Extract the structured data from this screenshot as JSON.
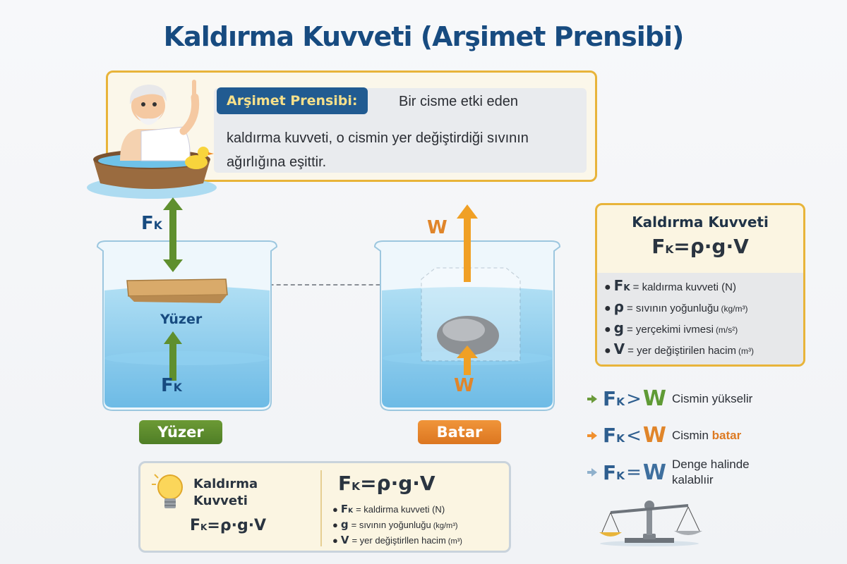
{
  "title": "Kaldırma Kuvveti (Arşimet Prensibi)",
  "principle": {
    "label": "Arşimet Prensibi:",
    "text_line1": "Bir cisme etki eden",
    "text_rest": "kaldırma kuvveti, o cismin yer değiştirdiği sıvının ağırlığına eşittir."
  },
  "beakers": {
    "floating": {
      "force_top": "F",
      "force_top_sub": "K",
      "inner_label": "Yüzer",
      "force_bottom": "F",
      "force_bottom_sub": "K",
      "badge": "Yüzer",
      "arrow_color": "#5f8f2e"
    },
    "sinking": {
      "force_top": "W",
      "force_bottom": "W",
      "badge": "Batar",
      "arrow_color": "#f0a025"
    }
  },
  "formula_box": {
    "title": "Kaldırma Kuvveti",
    "formula_main": "F",
    "formula_sub": "K",
    "formula_rest": "=ρ·g·V",
    "items": [
      {
        "sym": "F",
        "sub": "K",
        "desc": "= kaldırma kuvveti (N)",
        "unit": ""
      },
      {
        "sym": "ρ",
        "sub": "",
        "desc": "= sıvının yoğunluğu",
        "unit": "(kg/m³)"
      },
      {
        "sym": "g",
        "sub": "",
        "desc": "= yerçekimi ivmesi",
        "unit": "(m/s²)"
      },
      {
        "sym": "V",
        "sub": "",
        "desc": "= yer değiştirilen hacim",
        "unit": "(m³)"
      }
    ]
  },
  "comparisons": [
    {
      "fk": "F",
      "sub": "K",
      "op": ">",
      "w": "W",
      "w_color": "#5f9a35",
      "arrow_color": "#6a9a3a",
      "desc": "Cismin yükselir",
      "desc_bold": ""
    },
    {
      "fk": "F",
      "sub": "K",
      "op": "<",
      "w": "W",
      "w_color": "#e0852a",
      "arrow_color": "#f0902e",
      "desc": "Cismin ",
      "desc_bold": "batar"
    },
    {
      "fk": "F",
      "sub": "K",
      "op": "=",
      "w": "W",
      "w_color": "#3e6f9e",
      "arrow_color": "#8fb0cc",
      "desc": "Denge halinde kalablıir",
      "desc_bold": ""
    }
  ],
  "summary": {
    "title_line1": "Kaldırma",
    "title_line2": "Kuvveti",
    "formula_main": "F",
    "formula_sub": "K",
    "formula_rest": "=ρ·g·V",
    "items": [
      {
        "sym": "F",
        "sub": "K",
        "desc": "= kaldirma kuvveti (N)",
        "unit": ""
      },
      {
        "sym": "g",
        "sub": "",
        "desc": "= sıvının yoğunluğu",
        "unit": "(kg/m³)"
      },
      {
        "sym": "V",
        "sub": "",
        "desc": "= yer değiştirllen hacim",
        "unit": "(m³)"
      }
    ]
  },
  "colors": {
    "title": "#174b80",
    "accent_gold": "#e8b43a",
    "label_blue": "#215b91",
    "green": "#5f8f2e",
    "orange": "#f0a025",
    "water": "#7cc5ea"
  }
}
